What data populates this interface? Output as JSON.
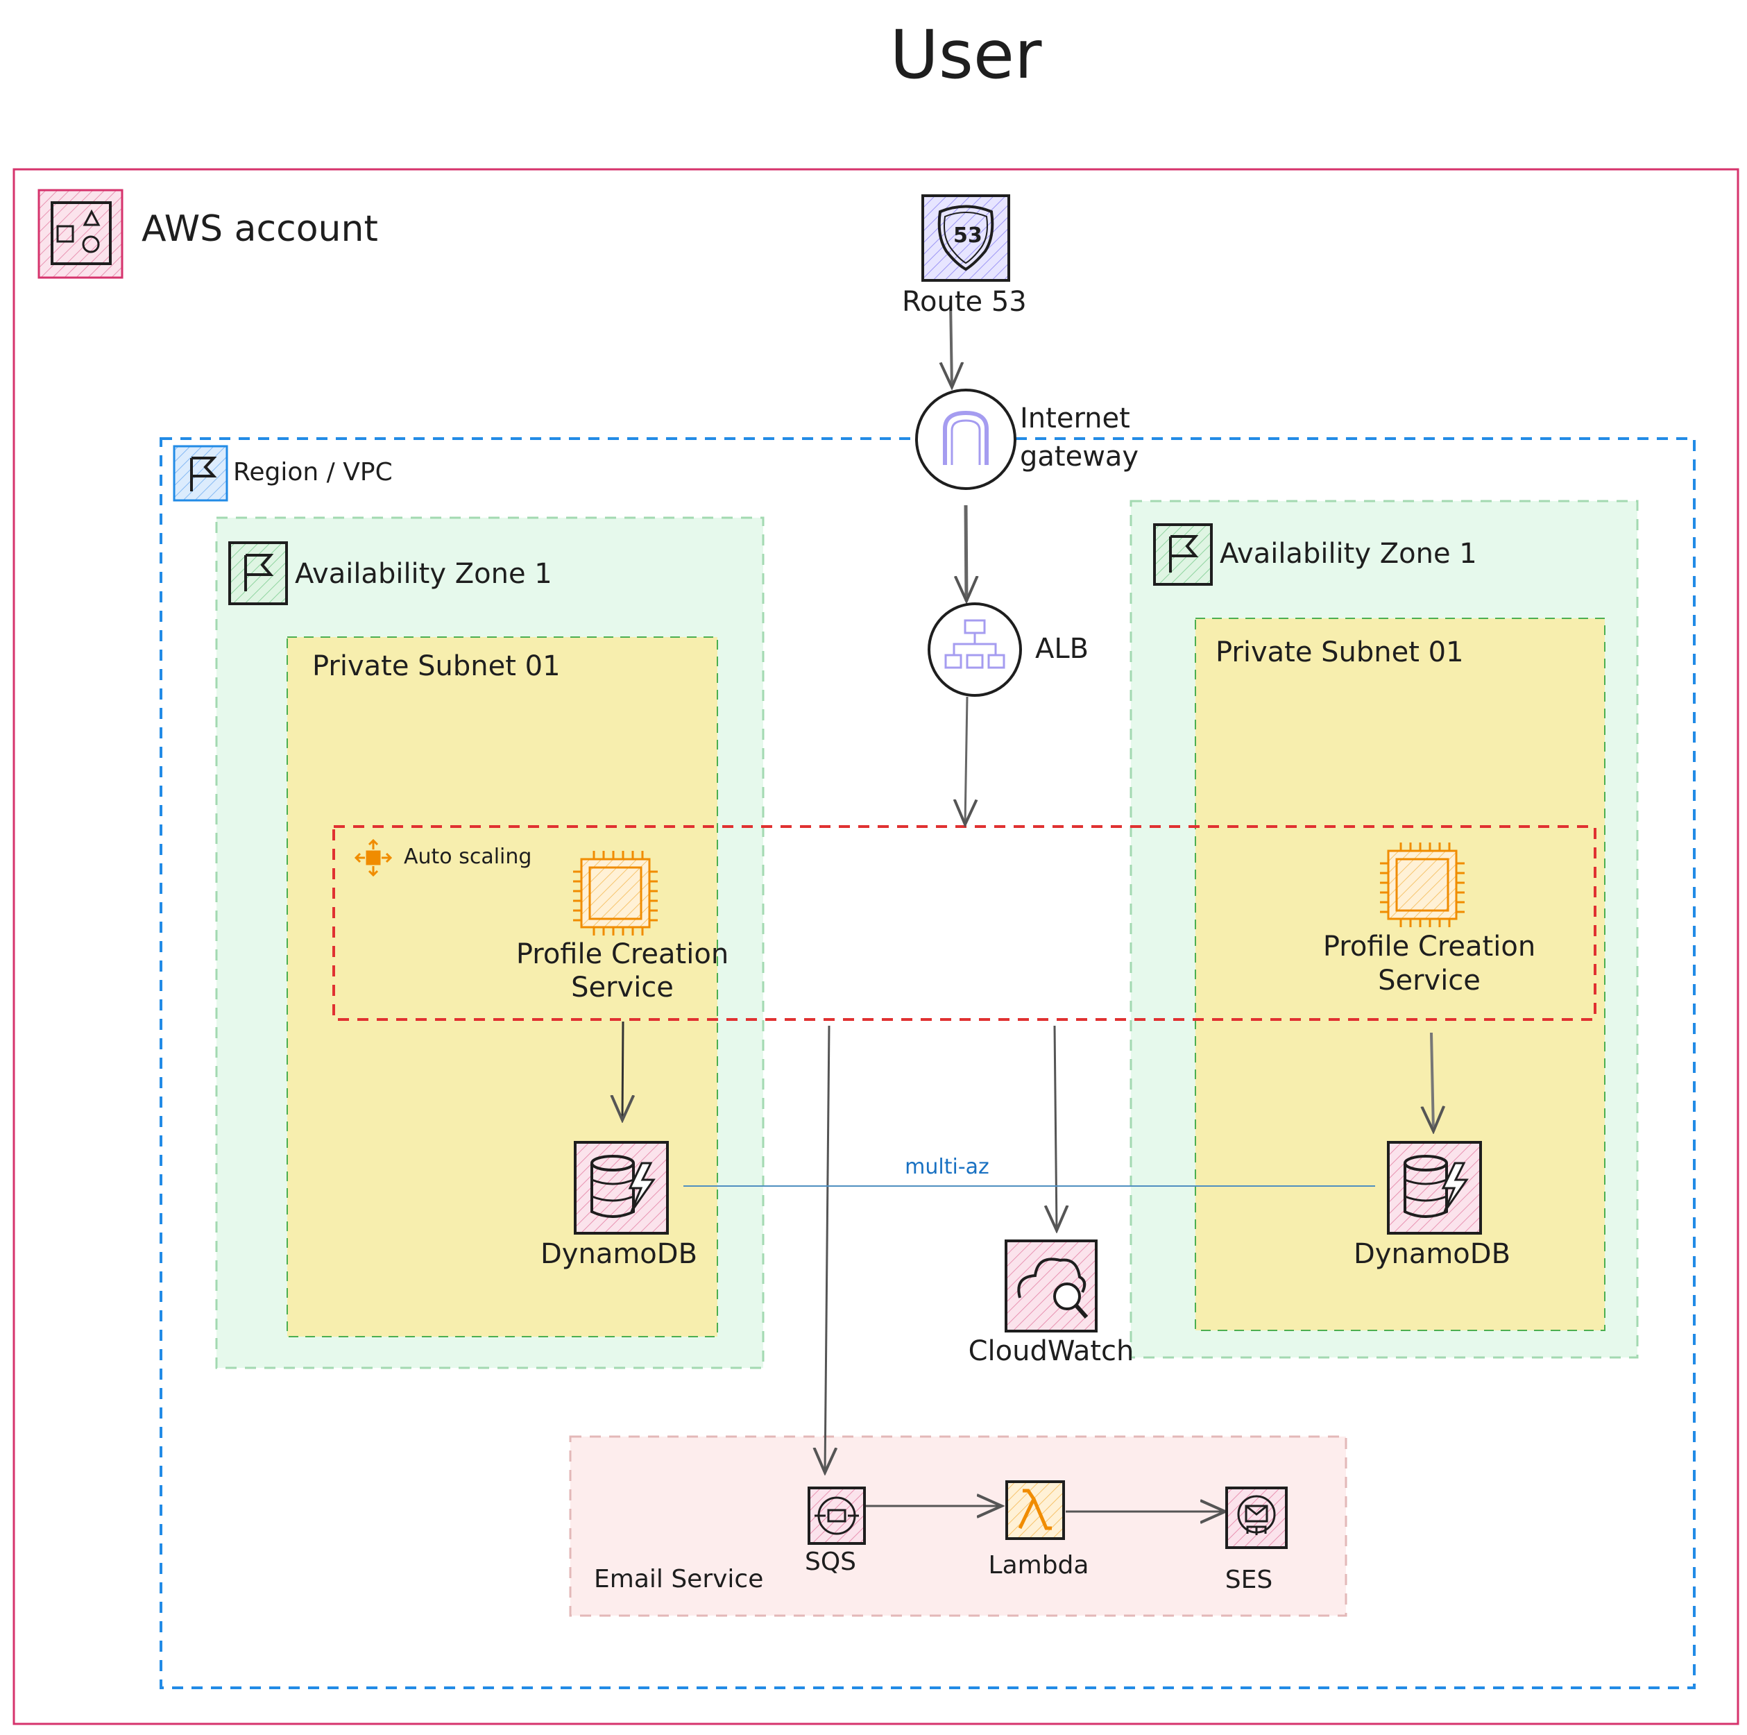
{
  "title": "User",
  "labels": {
    "aws_account": "AWS account",
    "route53": "Route 53",
    "route53_badge": "53",
    "internet_gateway_line1": "Internet",
    "internet_gateway_line2": "gateway",
    "region_vpc": "Region / VPC",
    "alb": "ALB",
    "az_left": "Availability Zone 1",
    "az_right": "Availability Zone 1",
    "subnet_left": "Private Subnet 01",
    "subnet_right": "Private Subnet 01",
    "auto_scaling": "Auto scaling",
    "service_left_line1": "Profile Creation",
    "service_left_line2": "Service",
    "service_right_line1": "Profile Creation",
    "service_right_line2": "Service",
    "dynamodb_left": "DynamoDB",
    "dynamodb_right": "DynamoDB",
    "multi_az": "multi-az",
    "cloudwatch": "CloudWatch",
    "email_service": "Email Service",
    "sqs": "SQS",
    "lambda": "Lambda",
    "ses": "SES"
  },
  "colors": {
    "aws_account_border": "#d6336c",
    "vpc_border": "#228be6",
    "az_fill": "#e6f9ec",
    "az_border": "#a3d9b1",
    "subnet_fill": "#f7eeae",
    "subnet_border": "#4caf50",
    "auto_scaling_border": "#e03131",
    "compute_orange": "#f08c00",
    "email_fill": "#fdeded",
    "email_border": "#e3b8b8",
    "multi_az_line": "#1971c2",
    "route53_purple": "#8c82fc"
  },
  "icons": {
    "aws_account": "aws-account-icon",
    "route53": "route53-icon",
    "internet_gateway": "internet-gateway-icon",
    "region_vpc": "region-flag-icon",
    "alb": "load-balancer-icon",
    "availability_zone": "zone-flag-icon",
    "auto_scaling": "auto-scaling-icon",
    "ec2": "ec2-chip-icon",
    "dynamodb": "dynamodb-icon",
    "cloudwatch": "cloudwatch-icon",
    "sqs": "sqs-icon",
    "lambda": "lambda-icon",
    "ses": "ses-icon"
  }
}
